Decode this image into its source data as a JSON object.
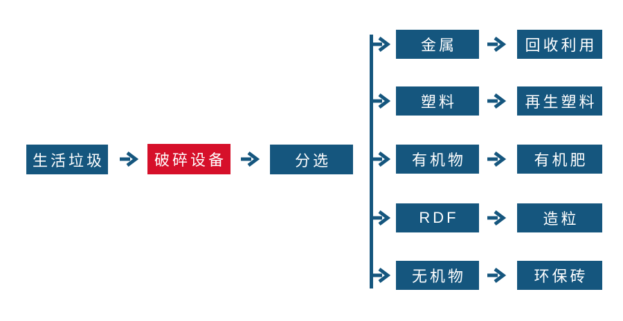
{
  "diagram": {
    "type": "flowchart",
    "main_flow": [
      {
        "label": "生活垃圾",
        "style": "blue"
      },
      {
        "label": "破碎设备",
        "style": "red"
      },
      {
        "label": "分选",
        "style": "blue"
      }
    ],
    "branches": [
      {
        "material": "金属",
        "output": "回收利用"
      },
      {
        "material": "塑料",
        "output": "再生塑料"
      },
      {
        "material": "有机物",
        "output": "有机肥"
      },
      {
        "material": "RDF",
        "output": "造粒"
      },
      {
        "material": "无机物",
        "output": "环保砖"
      }
    ],
    "colors": {
      "box_blue": "#15567E",
      "box_red": "#D6102A",
      "text": "#FFFFFF",
      "background": "#FFFFFF"
    }
  }
}
